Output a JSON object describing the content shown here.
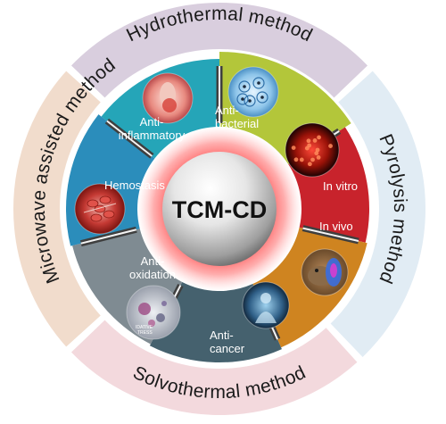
{
  "center": {
    "label": "TCM-CD"
  },
  "methods": [
    {
      "id": "hydrothermal",
      "label": "Hydrothermal method",
      "color": "#d9cede"
    },
    {
      "id": "pyrolysis",
      "label": "Pyrolysis method",
      "color": "#e1ecf4"
    },
    {
      "id": "solvothermal",
      "label": "Solvothermal method",
      "color": "#f3d9dd"
    },
    {
      "id": "microwave",
      "label": "Microwave assisted method",
      "color": "#f1dccc"
    }
  ],
  "sectors": [
    {
      "id": "antibacterial",
      "lines": [
        "Anti-",
        "bacterial"
      ],
      "color": "#b3c63a",
      "image": "bacteria-culture-image"
    },
    {
      "id": "in-vitro",
      "lines": [
        "In vitro"
      ],
      "color": "#c8232c",
      "image": "cell-fluorescence-image"
    },
    {
      "id": "in-vivo",
      "lines": [
        "In vivo"
      ],
      "color": "#cf8420",
      "image": "mouse-imaging-image"
    },
    {
      "id": "anticancer",
      "lines": [
        "Anti-",
        "cancer"
      ],
      "color": "#45616e",
      "image": "tumor-cell-image"
    },
    {
      "id": "antioxidation",
      "lines": [
        "Anti-",
        "oxidation"
      ],
      "color": "#7f8b92",
      "image": "oxidative-stress-image"
    },
    {
      "id": "hemostasis",
      "lines": [
        "Hemostasis"
      ],
      "color": "#2b8dbb",
      "image": "blood-cells-image"
    },
    {
      "id": "antiinflammatory",
      "lines": [
        "Anti-",
        "inflammatory"
      ],
      "color": "#25a5b8",
      "image": "joint-inflammation-image"
    }
  ],
  "image_text": {
    "oxidative": "IDATIVE",
    "stress": "TRESS"
  }
}
